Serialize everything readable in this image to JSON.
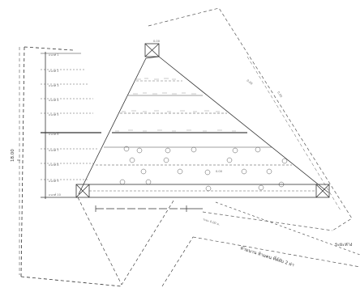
{
  "drawing": {
    "top_marker": "0.00",
    "side_dimension": "18.00",
    "right_note": "ระยะห่าง",
    "stamp_text": "ห้ามนาน ห้ามคน ที่ค์ผับ 2 ผ่า",
    "lower_edge_note": "ระยะ 0.00 ม.",
    "circle_label": "0.00",
    "diag_note_1": "0.00",
    "diag_note_2": "0.00",
    "level_labels": [
      "แนวท์ 1",
      "แนวท์ 2",
      "แนวท์ 3",
      "แนวท์ 4",
      "แนวท์ 5",
      "แนวท์ 6",
      "แนวท์ 7",
      "แนวท์ 8",
      "แนวท์ 9",
      "แนวท์ 10"
    ]
  },
  "colors": {
    "ink": "#333333",
    "line": "#555555",
    "faint": "#999999",
    "background": "#ffffff"
  }
}
